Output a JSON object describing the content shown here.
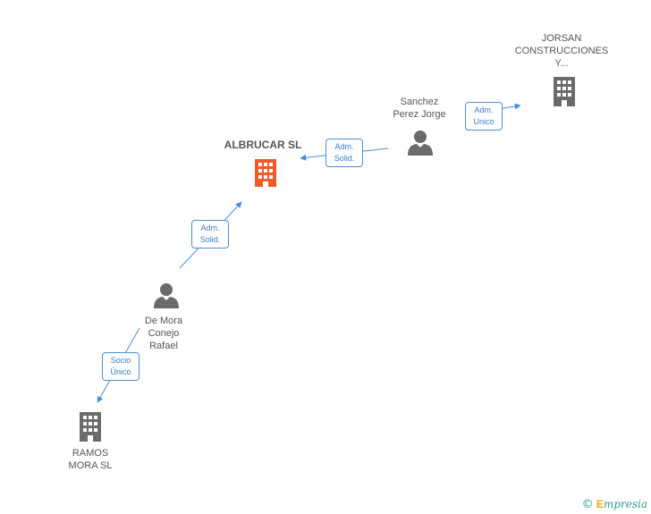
{
  "colors": {
    "edge": "#4a8fd6",
    "edge_text": "#3a7cc4",
    "company_icon": "#6b6b6b",
    "main_company_icon": "#f05a28",
    "person_icon": "#6b6b6b",
    "label": "#555555"
  },
  "nodes": {
    "albrucar": {
      "label": "ALBRUCAR SL",
      "icon": "building-icon"
    },
    "jorsan": {
      "label": "JORSAN\nCONSTRUCCIONES\nY...",
      "icon": "building-icon"
    },
    "sanchez": {
      "label": "Sanchez\nPerez Jorge",
      "icon": "person-icon"
    },
    "demora": {
      "label": "De Mora\nConejo\nRafael",
      "icon": "person-icon"
    },
    "ramos": {
      "label": "RAMOS\nMORA SL",
      "icon": "building-icon"
    }
  },
  "edges": {
    "sanchez_jorsan": {
      "line1": "Adm.",
      "line2": "Unico"
    },
    "sanchez_albrucar": {
      "line1": "Adm.",
      "line2": "Solid."
    },
    "demora_albrucar": {
      "line1": "Adm.",
      "line2": "Solid."
    },
    "demora_ramos": {
      "line1": "Socio",
      "line2": "Único"
    }
  },
  "footer": {
    "copyright": "©",
    "brand_first": "E",
    "brand_rest": "mpresia"
  }
}
